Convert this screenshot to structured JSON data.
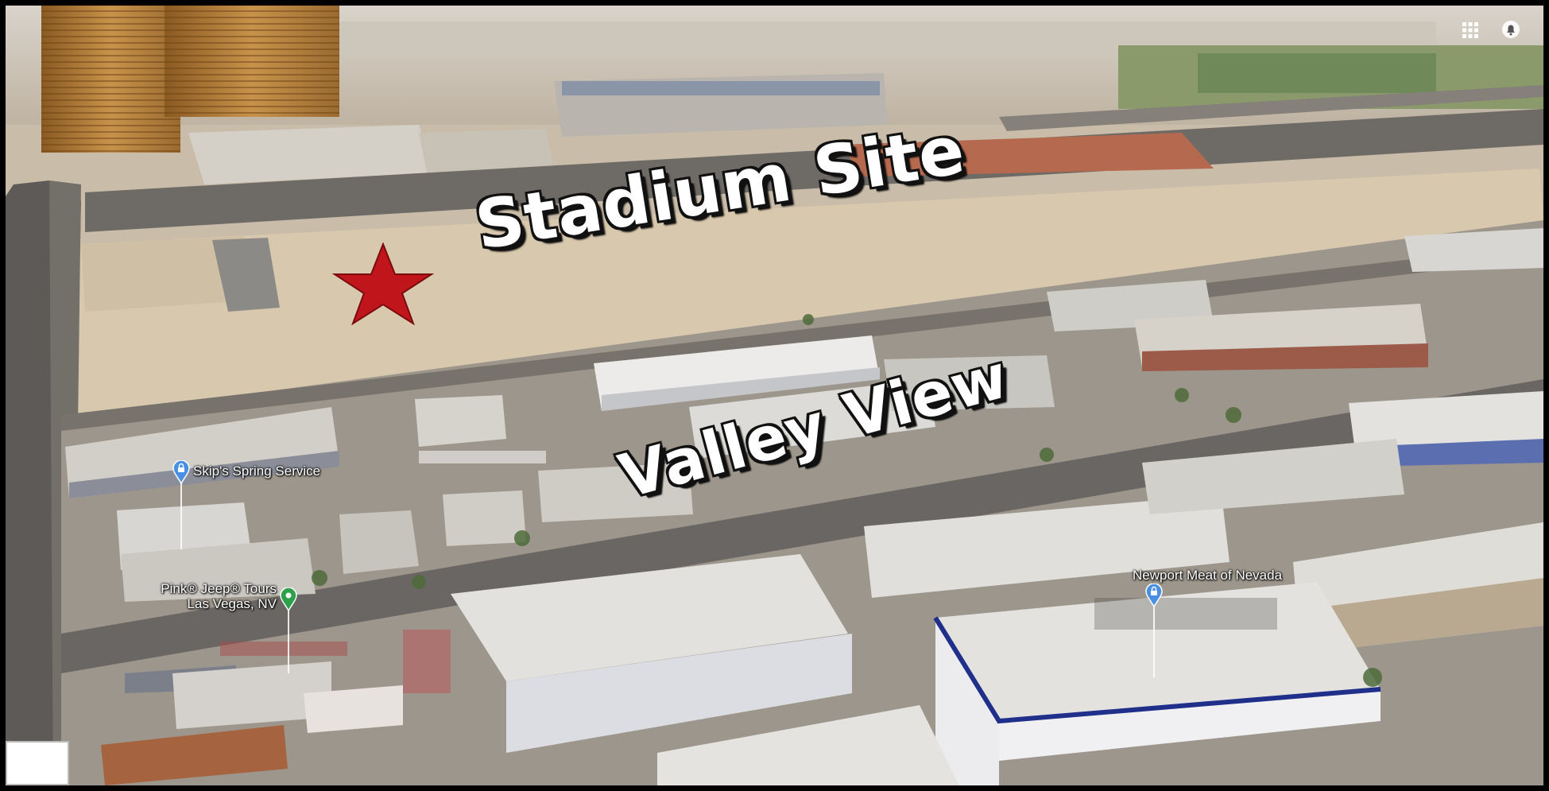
{
  "labels": {
    "stadium_site": "Stadium Site",
    "valley_view": "Valley View"
  },
  "places": [
    {
      "name": "Skip's Spring Service",
      "pin_color": "#4a90e2",
      "icon": "lock-pin-icon"
    },
    {
      "name": "Pink® Jeep® Tours\nLas Vegas, NV",
      "pin_color": "#2ea04a",
      "icon": "place-pin-icon"
    },
    {
      "name": "Newport Meat of Nevada",
      "pin_color": "#4a90e2",
      "icon": "lock-pin-icon"
    }
  ],
  "marker": {
    "shape": "star",
    "color": "#c0161b",
    "icon": "star-marker-icon"
  },
  "controls": [
    {
      "icon": "grid-apps-icon"
    },
    {
      "icon": "notification-bell-icon"
    }
  ]
}
